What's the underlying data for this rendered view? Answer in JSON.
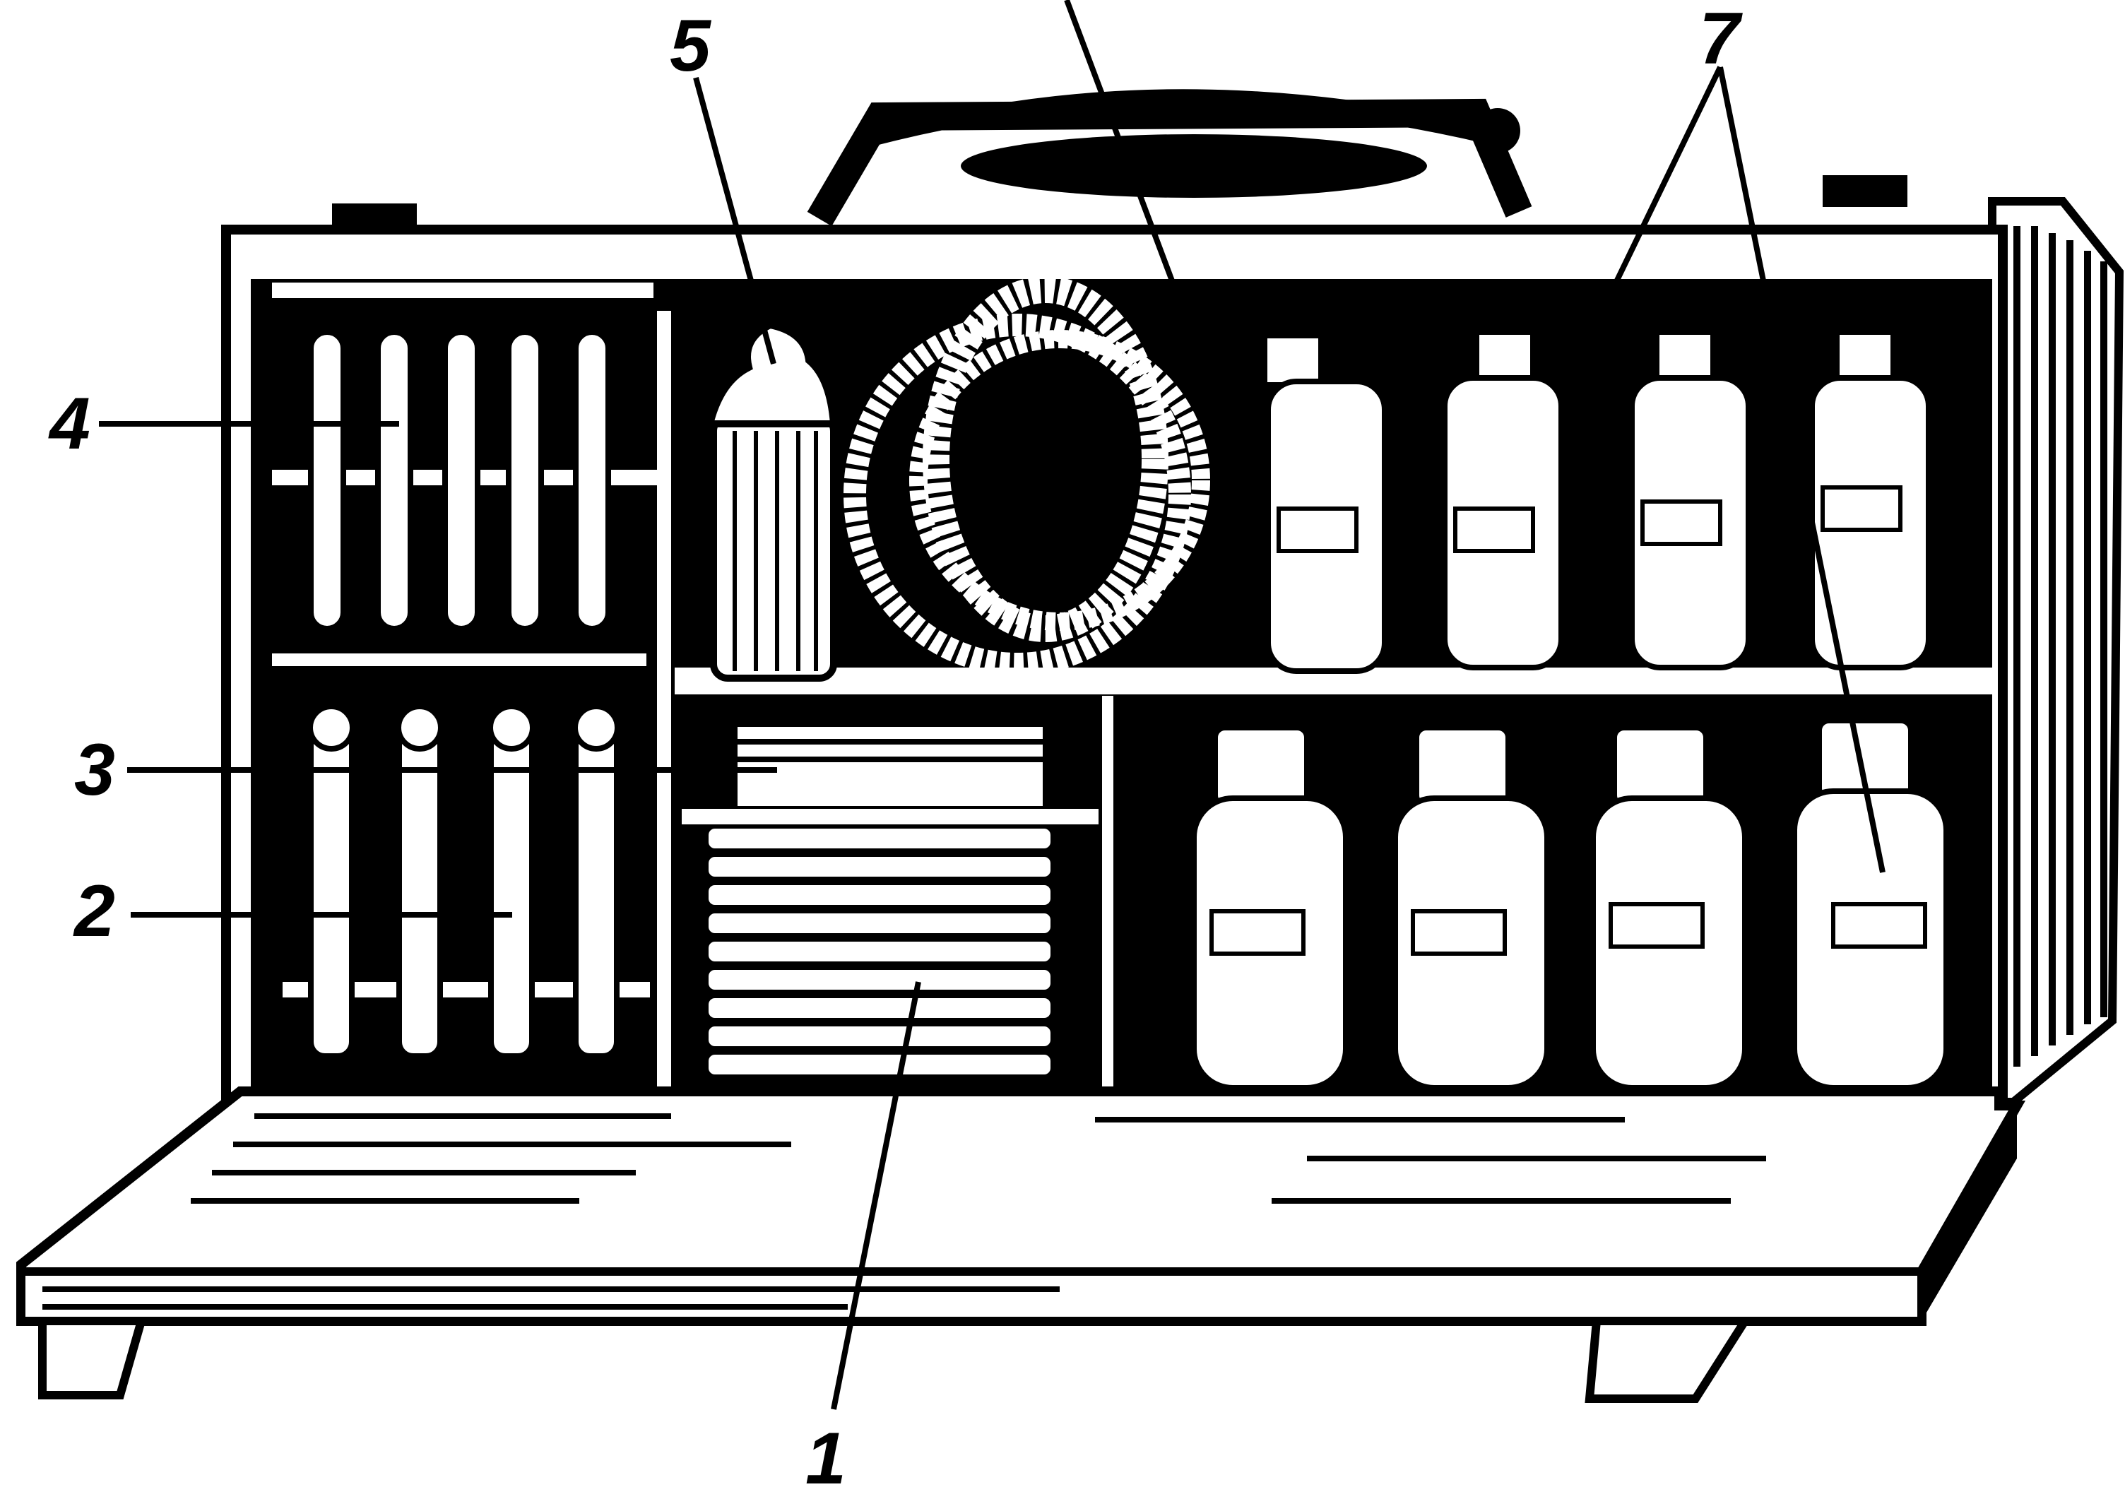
{
  "callouts": {
    "c1": "1",
    "c2": "2",
    "c3": "3",
    "c4": "4",
    "c5": "5",
    "c7": "7"
  },
  "colors": {
    "ink": "#000000",
    "paper": "#ffffff",
    "glass": "#f2f2f2"
  },
  "icons": {
    "case": "open-case-icon",
    "tube": "test-tube-icon",
    "bottle": "bottle-icon",
    "hose": "coiled-hose-icon",
    "gauze": "gauze-roll-icon"
  }
}
